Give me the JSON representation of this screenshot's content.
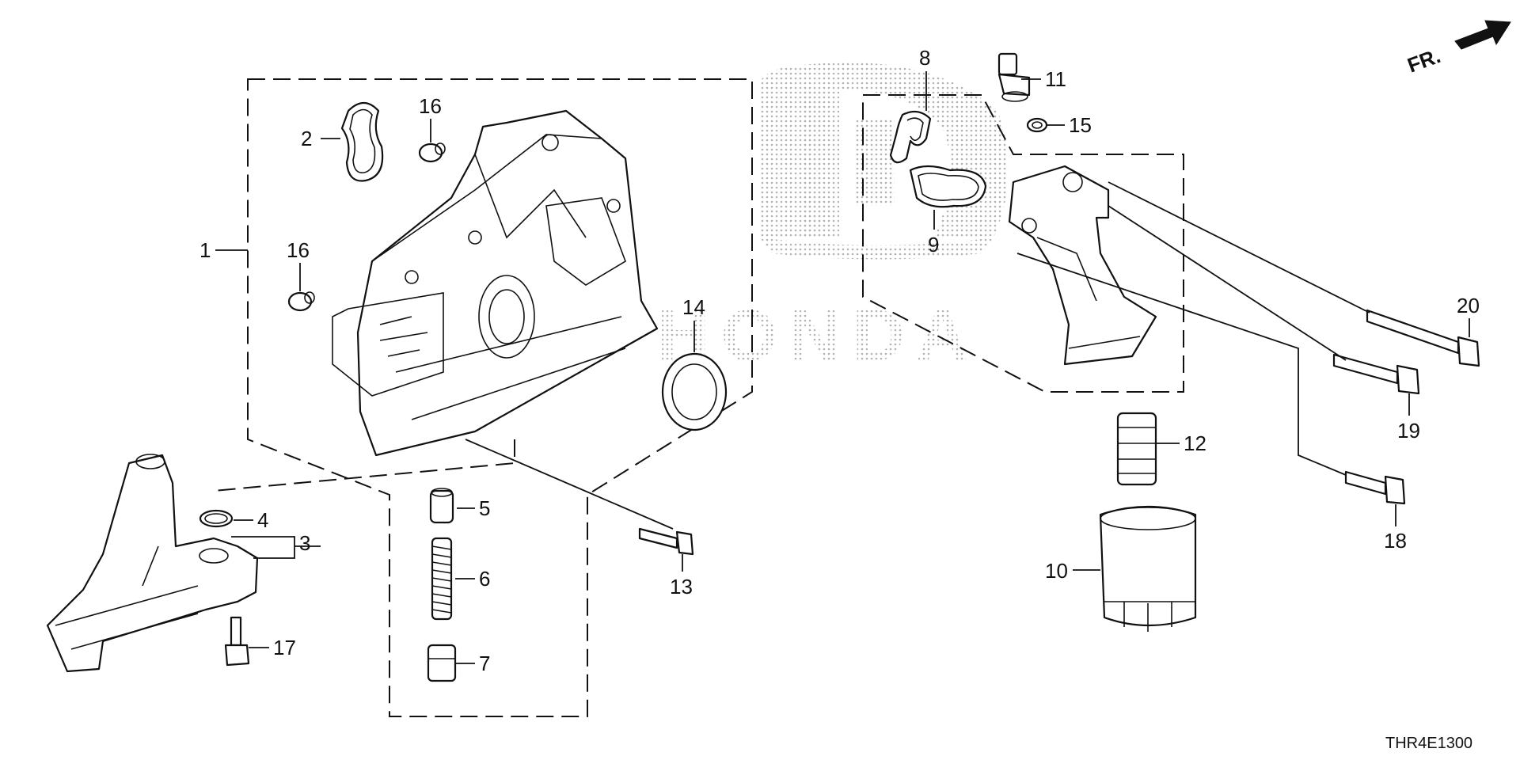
{
  "diagram": {
    "drawing_code": "THR4E1300",
    "direction_label": "FR.",
    "watermark": "HONDA",
    "callouts": [
      "1",
      "2",
      "3",
      "4",
      "5",
      "6",
      "7",
      "8",
      "9",
      "10",
      "11",
      "12",
      "13",
      "14",
      "15",
      "16",
      "16",
      "17",
      "18",
      "19",
      "20"
    ]
  }
}
